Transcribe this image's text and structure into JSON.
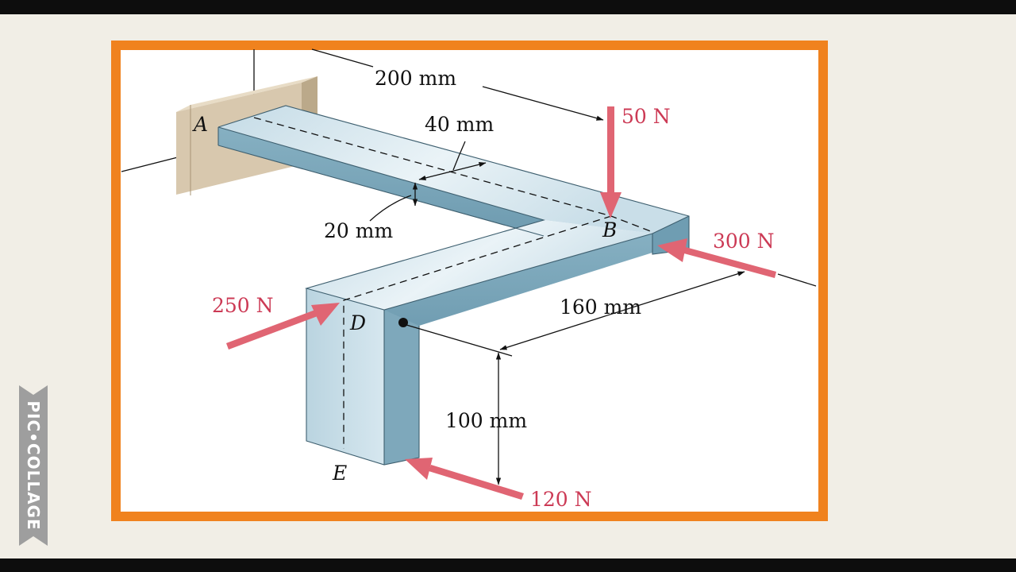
{
  "diagram": {
    "points": {
      "a": "A",
      "b": "B",
      "d": "D",
      "e": "E"
    },
    "dimensions": {
      "len_ab": "200 mm",
      "width": "40 mm",
      "thickness": "20 mm",
      "len_bd": "160 mm",
      "len_de": "100 mm"
    },
    "forces": {
      "f_b_vertical": "50 N",
      "f_b_axial": "300 N",
      "f_d": "250 N",
      "f_e": "120 N"
    }
  },
  "watermark": {
    "text": "PIC•COLLAGE"
  },
  "colors": {
    "frame": "#f0821e",
    "force_arrow": "#e06573",
    "force_text": "#cc3a55",
    "bar_top": "#cfe3ec",
    "bar_side": "#7aa6ba",
    "wall": "#d8c8ae"
  }
}
